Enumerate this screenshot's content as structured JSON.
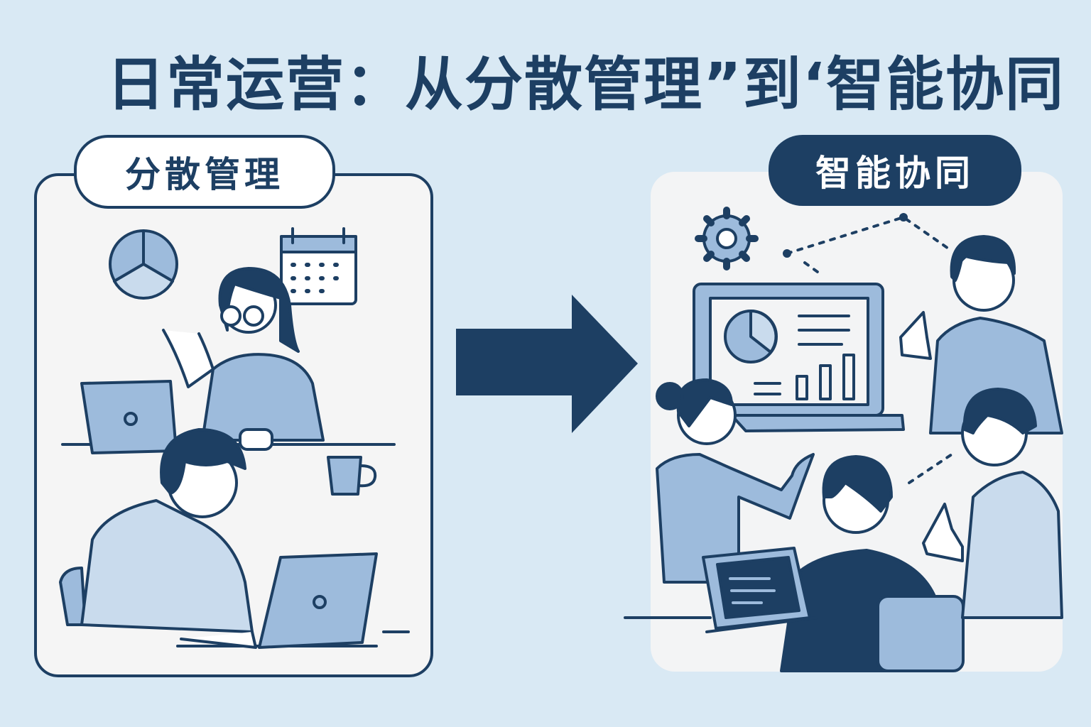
{
  "title": "日常运营：从分散管理”到‘智能协同",
  "left_panel": {
    "label": "分散管理"
  },
  "right_panel": {
    "label": "智能协同"
  },
  "colors": {
    "navy": "#1d3f63",
    "light_blue": "#9dbbdc",
    "background": "#d9e9f4"
  }
}
